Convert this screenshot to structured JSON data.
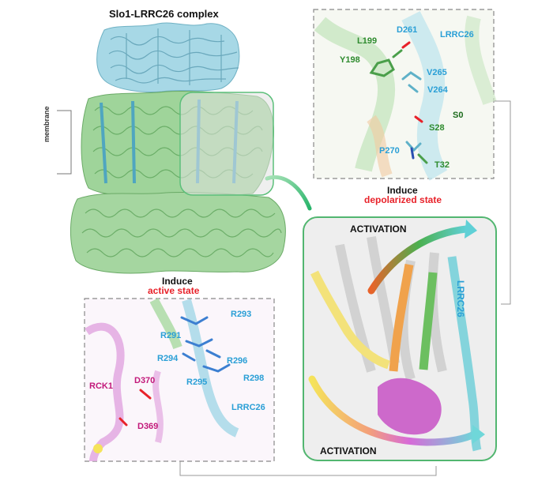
{
  "title": "Slo1-LRRC26 complex",
  "membrane_label": "membrane",
  "top_panel": {
    "residues": [
      "L199",
      "D261",
      "LRRC26",
      "Y198",
      "V265",
      "V264",
      "S0",
      "S28",
      "P270",
      "T32"
    ],
    "caption_line1": "Induce",
    "caption_line2": "depolarized state"
  },
  "bottom_panel": {
    "residues": [
      "R293",
      "R291",
      "R294",
      "R296",
      "R298",
      "R295",
      "RCK1",
      "D370",
      "LRRC26",
      "D369"
    ],
    "caption_line1": "Induce",
    "caption_line2": "active state"
  },
  "center_panel": {
    "activation_top": "ACTIVATION",
    "activation_bottom": "ACTIVATION",
    "lrrc26_label": "LRRC26"
  },
  "colors": {
    "slo1_green": "#8cc98c",
    "lrrc26_cyan": "#8ed3e0",
    "highlight_red": "#e8222a",
    "panel_border_green": "#5cbf7a",
    "rck1_magenta": "#d98ad9"
  }
}
